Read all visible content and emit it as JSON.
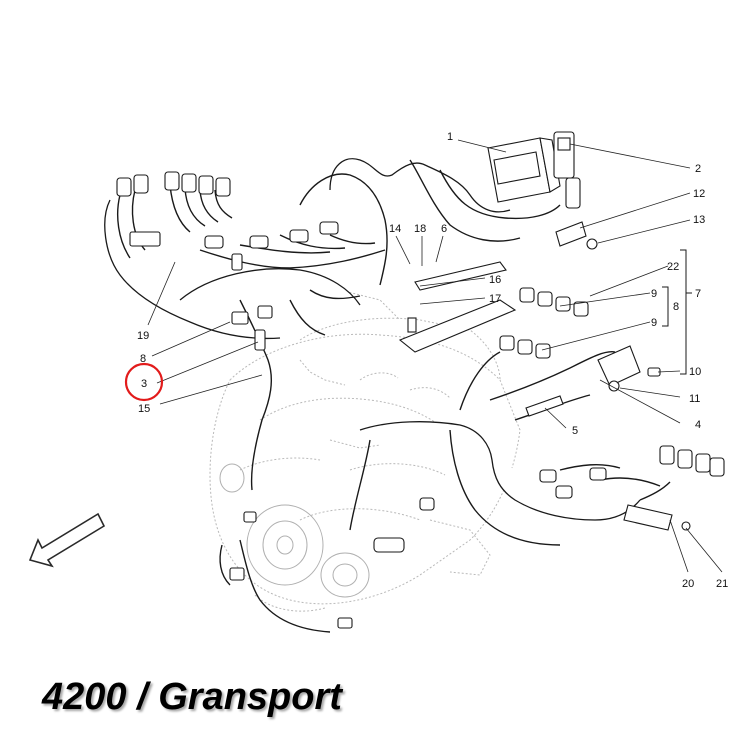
{
  "title": "4200 / Gransport",
  "highlight_color": "#e21b1b",
  "highlighted_callout": "3",
  "callouts": {
    "c1": "1",
    "c2": "2",
    "c3": "3",
    "c4": "4",
    "c5": "5",
    "c6": "6",
    "c7": "7",
    "c8_left": "8",
    "c8_right": "8",
    "c9_top": "9",
    "c9_bottom": "9",
    "c10": "10",
    "c11": "11",
    "c12": "12",
    "c13": "13",
    "c14": "14",
    "c15": "15",
    "c16": "16",
    "c17": "17",
    "c18": "18",
    "c19": "19",
    "c20": "20",
    "c21": "21",
    "c22": "22"
  },
  "icons": {
    "direction": "front-direction-arrow-icon"
  }
}
